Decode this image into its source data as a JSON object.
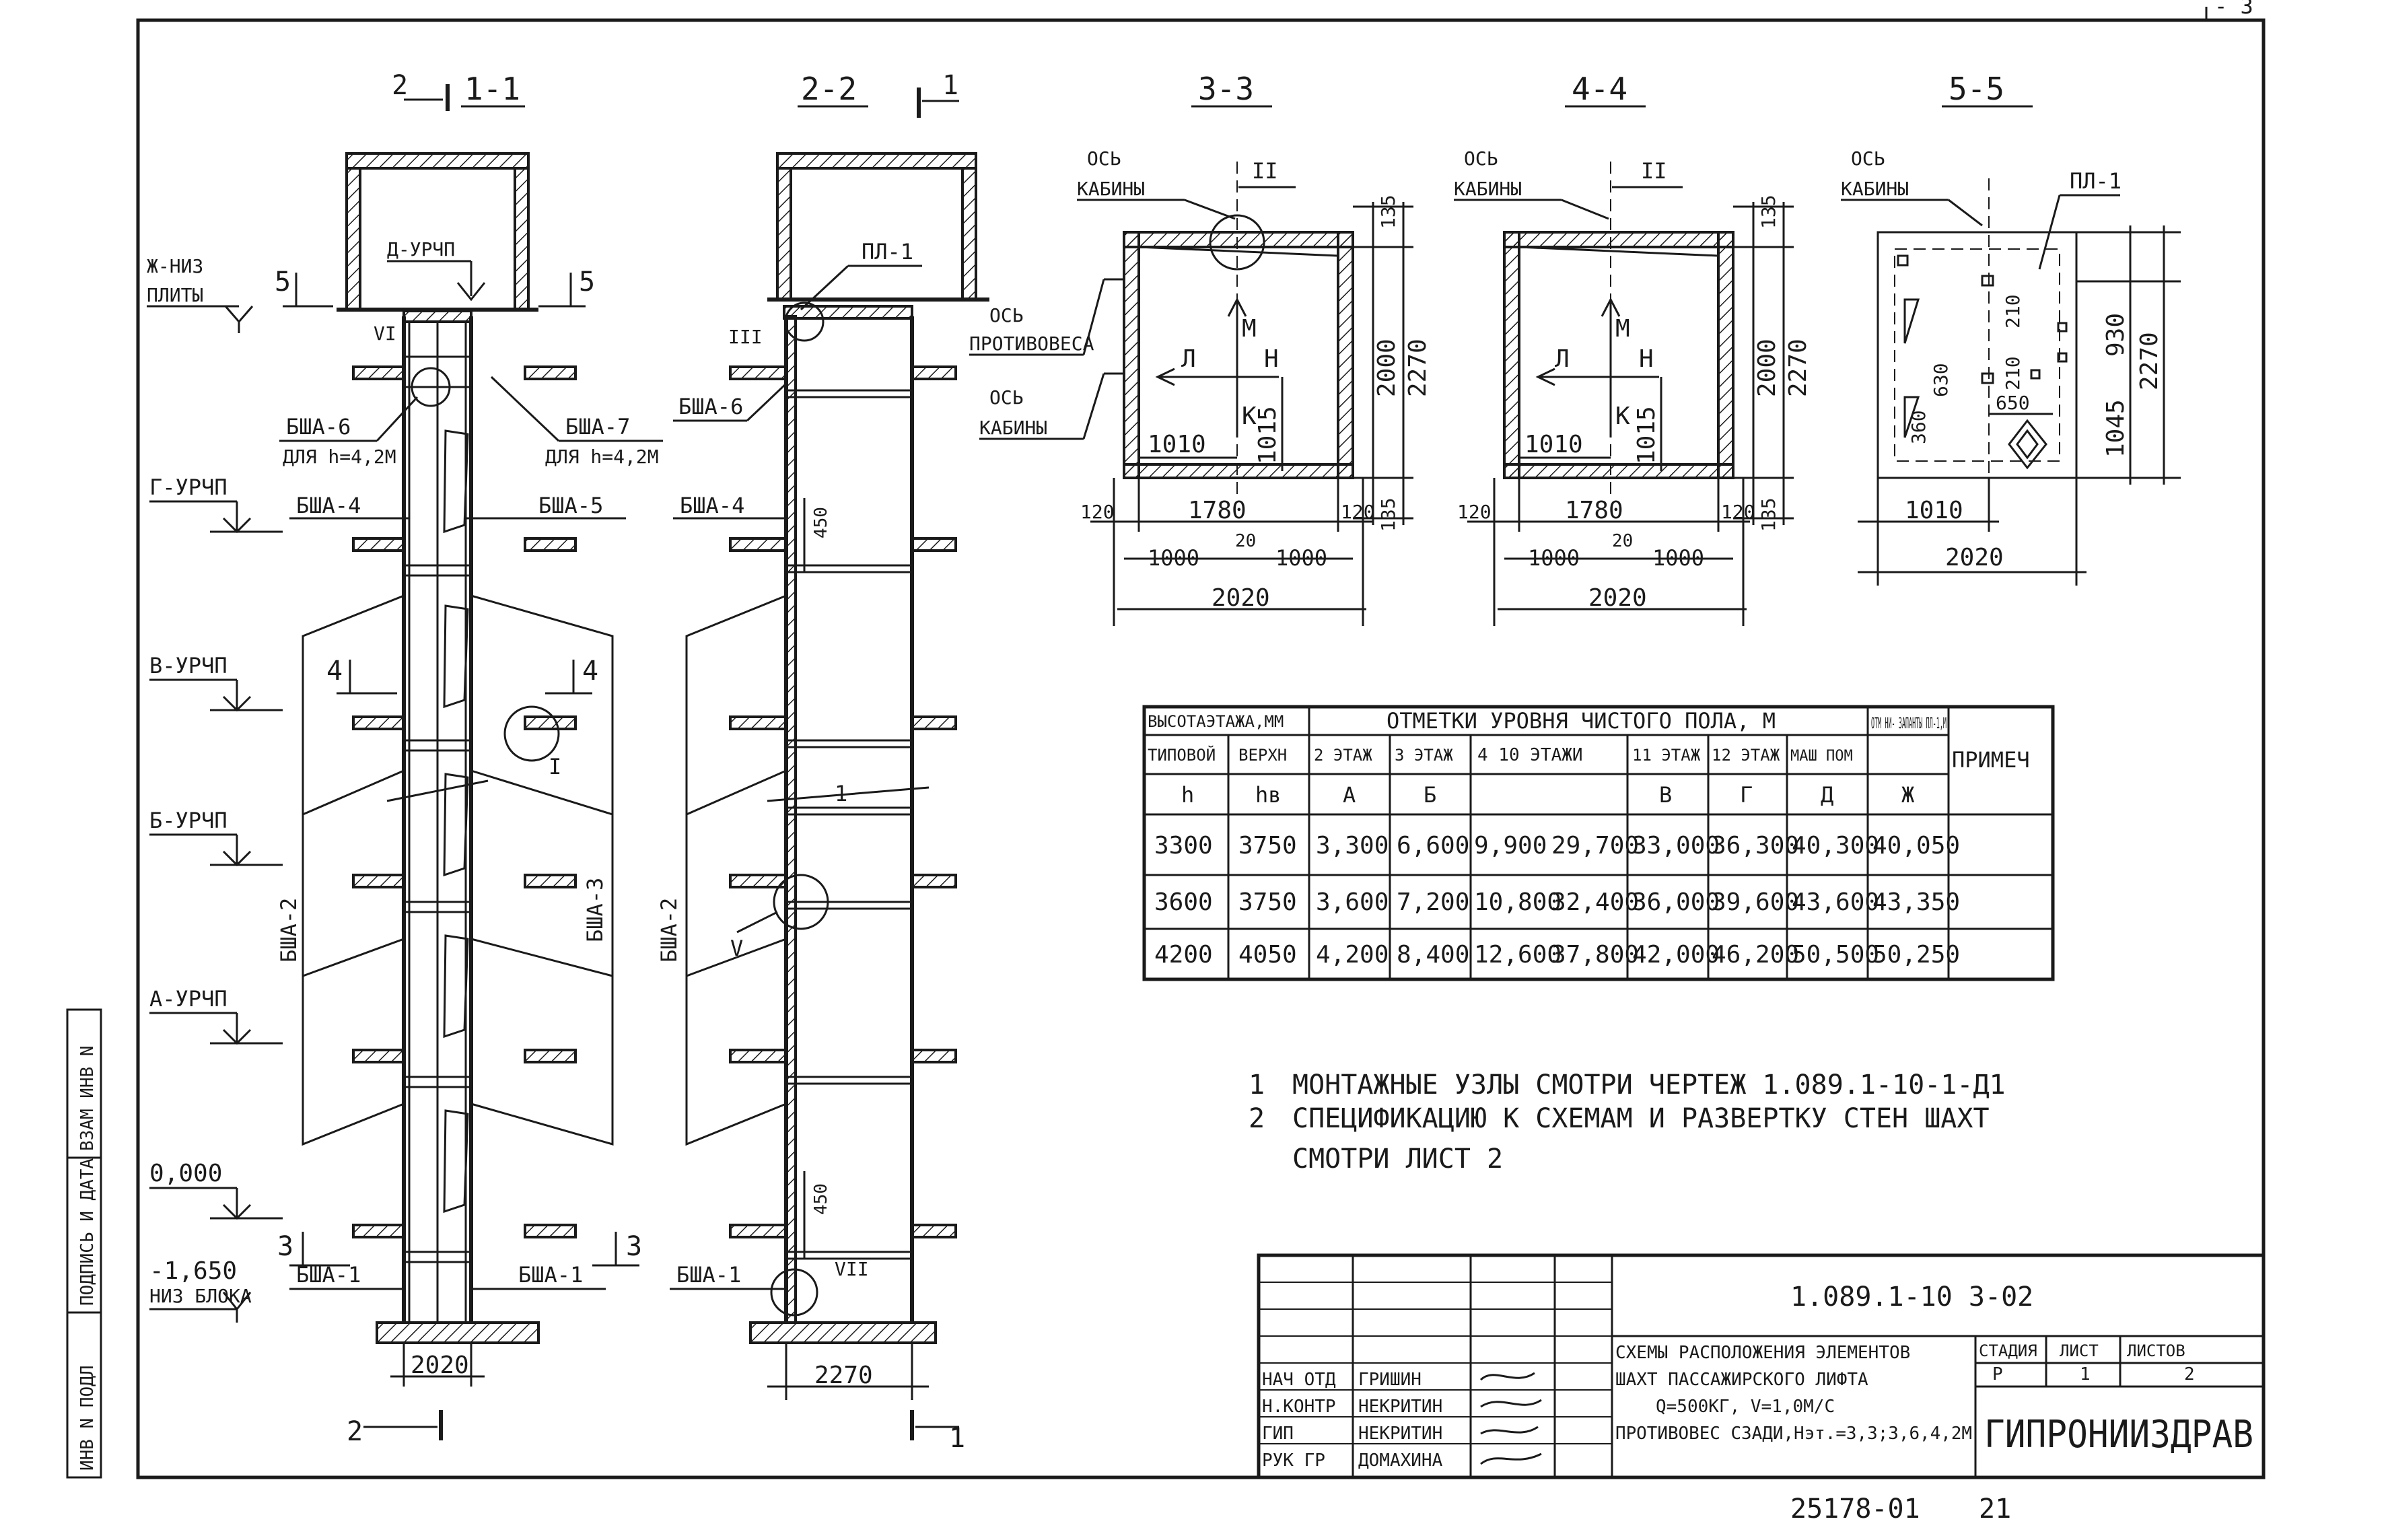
{
  "sections": {
    "s11": "1-1",
    "s22": "2-2",
    "s33": "3-3",
    "s44": "4-4",
    "s55": "5-5",
    "cut_2": "2",
    "cut_1": "1",
    "cut_5": "5",
    "cut_4": "4",
    "cut_3": "3"
  },
  "levels": {
    "zh_niz_1": "Ж-НИЗ",
    "zh_niz_2": "ПЛИТЫ",
    "d": "Д-УРЧП",
    "g": "Г-УРЧП",
    "v": "В-УРЧП",
    "b": "Б-УРЧП",
    "a": "А-УРЧП",
    "zero": "0,000",
    "minus": "-1,650",
    "niz_bloka": "НИЗ БЛОКА"
  },
  "elements": {
    "bsha1": "БША-1",
    "bsha2": "БША-2",
    "bsha3": "БША-3",
    "bsha4": "БША-4",
    "bsha5": "БША-5",
    "bsha6": "БША-6",
    "bsha7": "БША-7",
    "dlya_h": "ДЛЯ h=4,2М",
    "pl1": "ПЛ-1",
    "nodeI": "I",
    "nodeII": "II",
    "nodeIII": "III",
    "nodeV": "V",
    "nodeVI": "VI",
    "nodeVII": "VII"
  },
  "axes": {
    "os_kabiny_1": "ОСЬ",
    "os_kabiny_2": "КАБИНЫ",
    "os_protiv_1": "ОСЬ",
    "os_protiv_2": "ПРОТИВОВЕСА",
    "letters": {
      "l": "Л",
      "m": "М",
      "n": "Н",
      "k": "К"
    }
  },
  "dims": {
    "d2020": "2020",
    "d2270": "2270",
    "d1780": "1780",
    "d1000": "1000",
    "d20": "20",
    "d120": "120",
    "d135": "135",
    "d2000": "2000",
    "d1010": "1010",
    "d1015": "1015",
    "d1045": "1045",
    "d450": "450",
    "d210": "210",
    "d360": "360",
    "d630": "630",
    "d650": "650",
    "d930": "930"
  },
  "table": {
    "group1": "ВЫСОТАЭТАЖА,ММ",
    "group2": "ОТМЕТКИ УРОВНЯ ЧИСТОГО ПОЛА, М",
    "group3": "ОТМ НИ- ЗАПАНТЫ ПЛ-1,М",
    "note": "ПРИМЕЧ",
    "headers": [
      "ТИПОВОЙ",
      "ВЕРХН",
      "2 ЭТАЖ",
      "3 ЭТАЖ",
      "4  10 ЭТАЖИ",
      "11 ЭТАЖ",
      "12 ЭТАЖ",
      "МАШ ПОМ"
    ],
    "codes": [
      "h",
      "hв",
      "А",
      "Б",
      "",
      "В",
      "Г",
      "Д",
      "Ж"
    ],
    "rows": [
      [
        "3300",
        "3750",
        "3,300",
        "6,600",
        "9,900",
        "29,700",
        "33,000",
        "36,300",
        "40,300",
        "40,050"
      ],
      [
        "3600",
        "3750",
        "3,600",
        "7,200",
        "10,800",
        "32,400",
        "36,000",
        "39,600",
        "43,600",
        "43,350"
      ],
      [
        "4200",
        "4050",
        "4,200",
        "8,400",
        "12,600",
        "37,800",
        "42,000",
        "46,200",
        "50,500",
        "50,250"
      ]
    ]
  },
  "notes": {
    "n1_num": "1",
    "n1": "МОНТАЖНЫЕ УЗЛЫ СМОТРИ ЧЕРТЕЖ 1.089.1-10-1-Д1",
    "n2_num": "2",
    "n2": "СПЕЦИФИКАЦИЮ  К СХЕМАМ И РАЗВЕРТКУ СТЕН ШАХТ",
    "n2b": "СМОТРИ ЛИСТ 2"
  },
  "stamp": {
    "code": "1.089.1-10 3-02",
    "title_1": "СХЕМЫ РАСПОЛОЖЕНИЯ ЭЛЕМЕНТОВ",
    "title_2": "ШАХТ ПАССАЖИРСКОГО ЛИФТА",
    "title_3": "Q=500КГ, V=1,0М/С",
    "title_4": "ПРОТИВОВЕС СЗАДИ,Hэт.=3,3;3,6,4,2М",
    "stage_h": "СТАДИЯ",
    "sheet_h": "ЛИСТ",
    "sheets_h": "ЛИСТОВ",
    "stage": "Р",
    "sheet": "1",
    "sheets": "2",
    "org": "ГИПРОНИИЗДРАВ",
    "roles": [
      "НАЧ ОТД",
      "Н.КОНТР",
      "ГИП",
      "РУК ГР"
    ],
    "names": [
      "ГРИШИН",
      "НЕКРИТИН",
      "НЕКРИТИН",
      "ДОМАХИНА"
    ],
    "side": [
      "ИНВ N ПОДЛ",
      "ПОДПИСЬ И ДАТА",
      "ВЗАМ ИНВ N"
    ],
    "bottom": "25178-01",
    "bottom2": "21",
    "corner": "- 3"
  }
}
